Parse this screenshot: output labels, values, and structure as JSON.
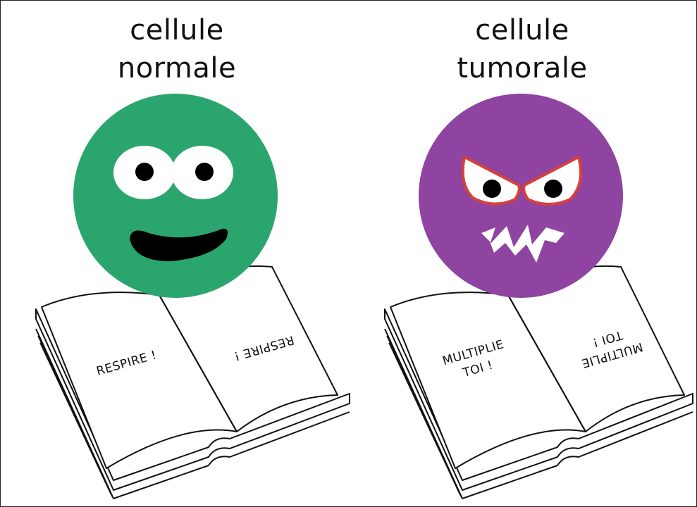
{
  "panels": [
    {
      "caption_line1": "cellule",
      "caption_line2": "normale",
      "face_color": "#2aa56e",
      "face_expression": "smiling",
      "book_left_page": "RESPIRE !",
      "book_right_page": "RESPIRE !"
    },
    {
      "caption_line1": "cellule",
      "caption_line2": "tumorale",
      "face_color": "#8e44a0",
      "face_expression": "angry",
      "book_left_page_line1": "MULTIPLIE",
      "book_left_page_line2": "TOI !",
      "book_right_page_line1": "MULTIPLIE",
      "book_right_page_line2": "TOI !"
    }
  ]
}
